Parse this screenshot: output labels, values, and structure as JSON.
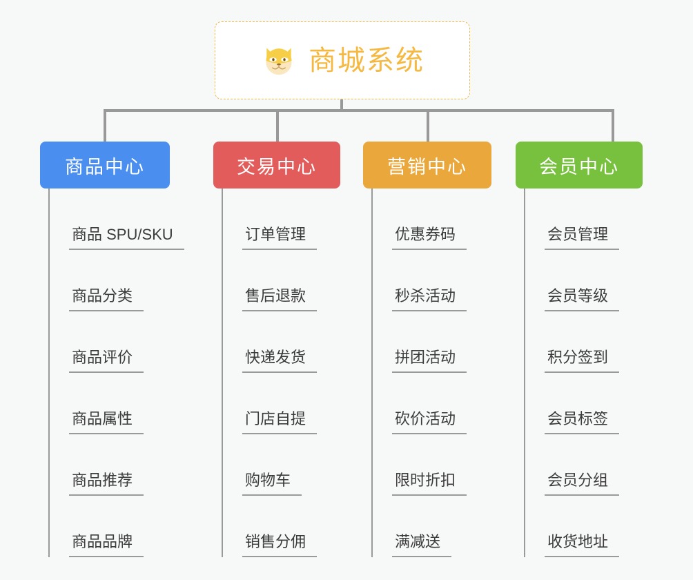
{
  "diagram": {
    "type": "org-tree",
    "background_color": "#f7f8f8",
    "connector_color": "#999999",
    "root": {
      "title": "商城系统",
      "icon": "shiba-dog-icon",
      "text_color": "#f5b942",
      "border_color": "#f0b94a",
      "background_color": "#ffffff"
    },
    "branches": [
      {
        "label": "商品中心",
        "color": "#4a8ef0",
        "items": [
          "商品 SPU/SKU",
          "商品分类",
          "商品评价",
          "商品属性",
          "商品推荐",
          "商品品牌"
        ]
      },
      {
        "label": "交易中心",
        "color": "#e25c5c",
        "items": [
          "订单管理",
          "售后退款",
          "快递发货",
          "门店自提",
          "购物车",
          "销售分佣"
        ]
      },
      {
        "label": "营销中心",
        "color": "#eaa73c",
        "items": [
          "优惠券码",
          "秒杀活动",
          "拼团活动",
          "砍价活动",
          "限时折扣",
          "满减送"
        ]
      },
      {
        "label": "会员中心",
        "color": "#78c13f",
        "items": [
          "会员管理",
          "会员等级",
          "积分签到",
          "会员标签",
          "会员分组",
          "收货地址"
        ]
      }
    ]
  }
}
